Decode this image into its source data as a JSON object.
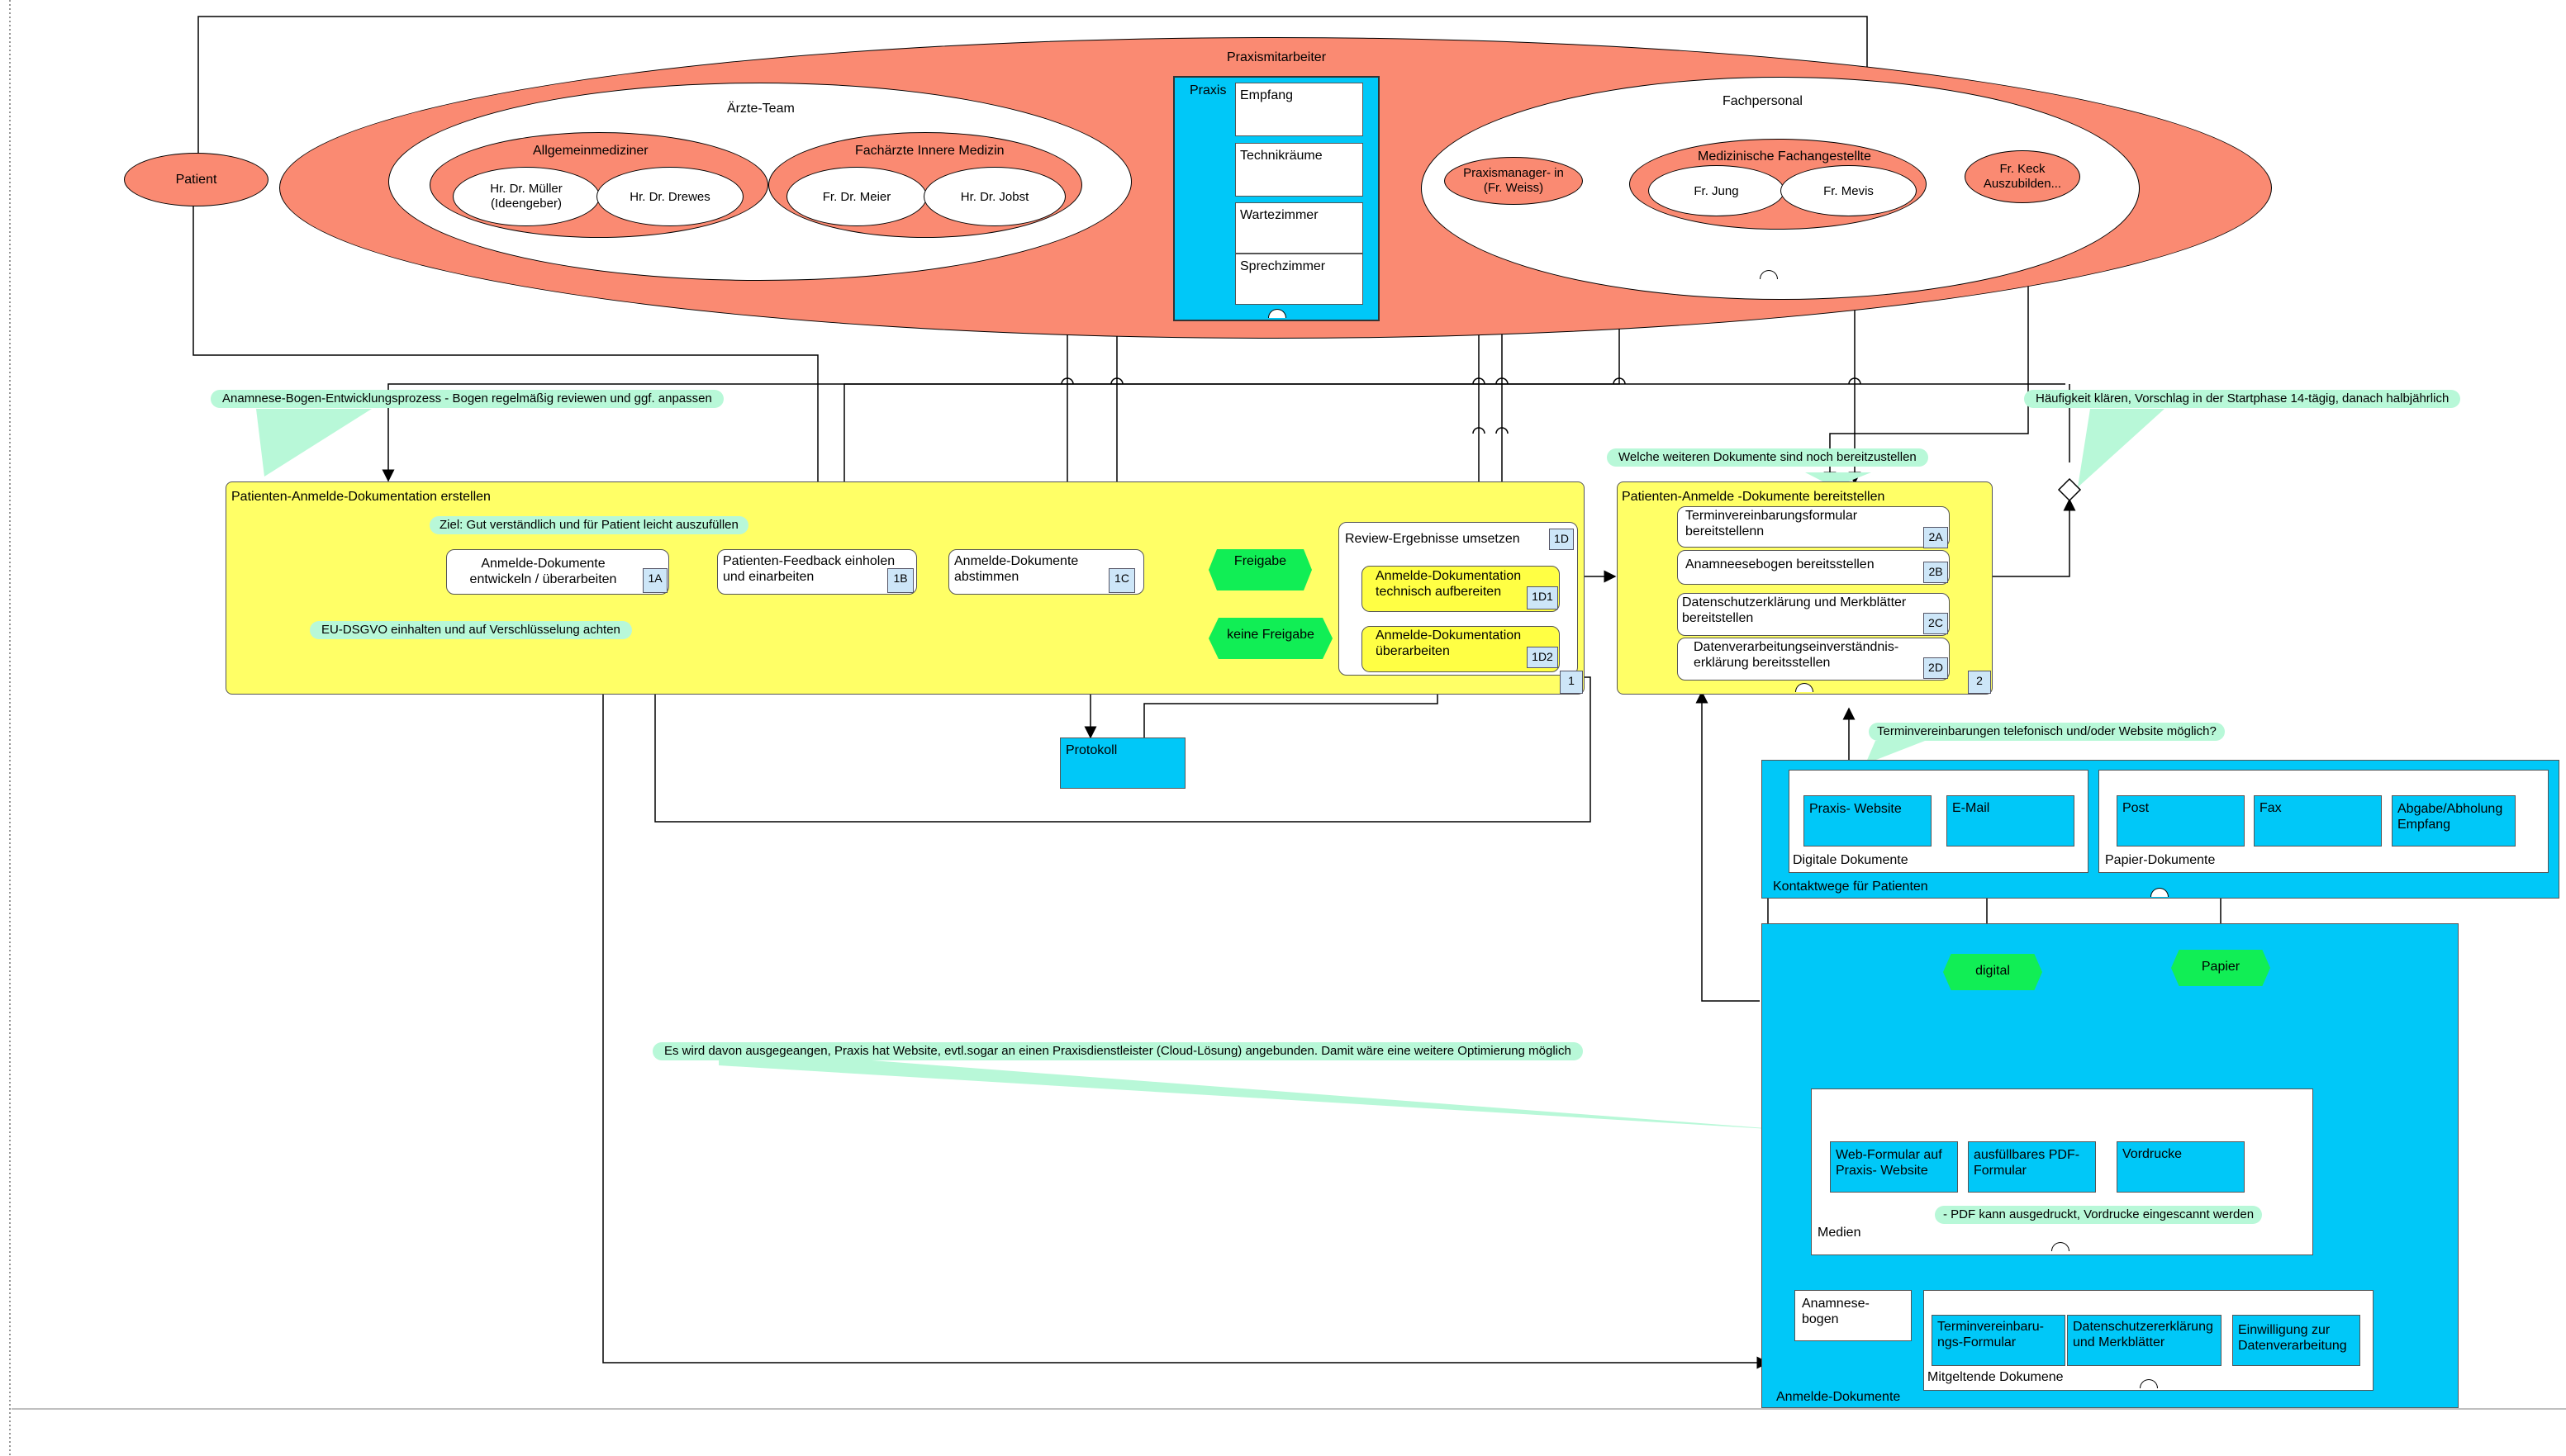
{
  "outer": {
    "title": "Praxismitarbeiter",
    "patient": "Patient",
    "aerzte_team": "Ärzte-Team",
    "allgemein": "Allgemeinmediziner",
    "mueller": "Hr. Dr. Müller (Ideengeber)",
    "drewes": "Hr. Dr. Drewes",
    "fachaerzte": "Fachärzte Innere Medizin",
    "meier": "Fr. Dr. Meier",
    "jobst": "Hr. Dr. Jobst",
    "praxis": "Praxis",
    "rooms": [
      "Empfang",
      "Technikräume",
      "Wartezimmer",
      "Sprechzimmer"
    ],
    "fachpersonal": "Fachpersonal",
    "praxismanagerin": "Praxismanager- in (Fr. Weiss)",
    "mfa": "Medizinische Fachangestellte",
    "jung": "Fr. Jung",
    "mevis": "Fr. Mevis",
    "keck": "Fr. Keck Auszubilden..."
  },
  "notes": {
    "anamnese": "Anamnese-Bogen-Entwicklungsprozess - Bogen regelmäßig reviewen und ggf. anpassen",
    "haeufigkeit": "Häufigkeit klären, Vorschlag in der Startphase 14-tägig, danach halbjährlich",
    "welche": "Welche weiteren Dokumente sind noch bereitzustellen",
    "ziel": "Ziel: Gut verständlich und für Patient leicht auszufüllen",
    "dsgvo": "EU-DSGVO einhalten und auf Verschlüsselung achten",
    "termin": "Terminvereinbarungen telefonisch und/oder Website möglich?",
    "website": "Es wird davon ausgegeangen, Praxis hat Website, evtl.sogar an einen Praxisdienstleister (Cloud-Lösung) angebunden. Damit wäre eine weitere Optimierung möglich",
    "pdf": "- PDF kann ausgedruckt, Vordrucke eingescannt werden"
  },
  "process1": {
    "title": "Patienten-Anmelde-Dokumentation erstellen",
    "a1": "Anmelde-Dokumente entwickeln / überarbeiten",
    "b1": "Patienten-Feedback einholen und einarbeiten",
    "c1": "Anmelde-Dokumente abstimmen",
    "freigabe": "Freigabe",
    "keine_freigabe": "keine Freigabe",
    "review": "Review-Ergebnisse umsetzen",
    "d1": "Anmelde-Dokumentation technisch aufbereiten",
    "d2": "Anmelde-Dokumentation überarbeiten",
    "protokoll": "Protokoll",
    "badges": {
      "a": "1A",
      "b": "1B",
      "c": "1C",
      "d": "1D",
      "d1": "1D1",
      "d2": "1D2",
      "one": "1"
    }
  },
  "process2": {
    "title": "Patienten-Anmelde -Dokumente bereitstellen",
    "a": "Terminvereinbarungsformular bereitstellenn",
    "b": "Anamneesebogen bereitsstellen",
    "c": "Datenschutzerklärung und Merkblätter bereitstellen",
    "d": "Datenverarbeitungseinverständnis- erklärung bereitsstellen",
    "badges": {
      "a": "2A",
      "b": "2B",
      "c": "2C",
      "d": "2D",
      "two": "2"
    }
  },
  "kontakt": {
    "title": "Kontaktwege für Patienten",
    "digital_title": "Digitale Dokumente",
    "website": "Praxis- Website",
    "email": "E-Mail",
    "papier_title": "Papier-Dokumente",
    "post": "Post",
    "fax": "Fax",
    "abgabe": "Abgabe/Abholung Empfang"
  },
  "anmelde": {
    "title": "Anmelde-Dokumente",
    "digital": "digital",
    "papier": "Papier",
    "medien": "Medien",
    "webform": "Web-Formular auf Praxis- Website",
    "pdf": "ausfüllbares PDF- Formular",
    "vordrucke": "Vordrucke",
    "anamnese": "Anamnese- bogen",
    "mitgeltend": "Mitgeltende Dokumene",
    "termin": "Terminvereinbaru- ngs-Formular",
    "datenschutz": "Datenschutzererklärung und Merkblätter",
    "einwilligung": "Einwilligung zur Datenverarbeitung"
  }
}
